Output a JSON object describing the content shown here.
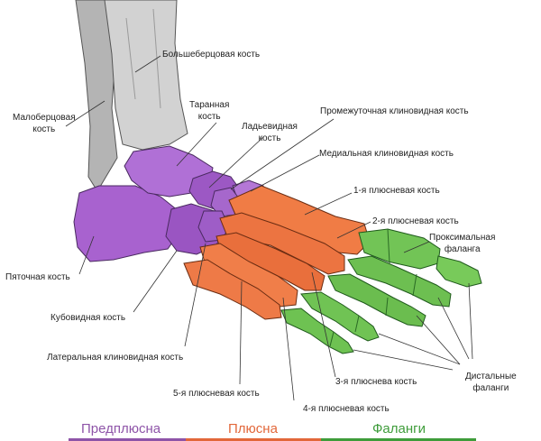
{
  "labels": {
    "tibia": "Большеберцовая кость",
    "fibula": "Малоберцовая\nкость",
    "talus": "Таранная\nкость",
    "navicular": "Ладьевидная\nкость",
    "intermediate_cuneiform": "Промежуточная клиновидная кость",
    "medial_cuneiform": "Медиальная клиновидная кость",
    "metatarsal_1": "1-я плюсневая кость",
    "metatarsal_2": "2-я плюсневая кость",
    "proximal_phalanx": "Проксимальная\nфаланга",
    "calcaneus": "Пяточная кость",
    "cuboid": "Кубовидная кость",
    "lateral_cuneiform": "Латеральная клиновидная кость",
    "metatarsal_5": "5-я плюсневая кость",
    "metatarsal_4": "4-я плюсневая кость",
    "metatarsal_3": "3-я плюснева кость",
    "distal_phalanx": "Дистальные\nфаланги"
  },
  "legend": {
    "tarsus": "Предплюсна",
    "metatarsus": "Плюсна",
    "phalanges": "Фаланги"
  },
  "colors": {
    "tarsus": "#8e54a8",
    "metatarsus": "#e2673a",
    "phalanges": "#3e9c3a",
    "bone_purple": "#a15fcb",
    "bone_orange": "#ee7a47",
    "bone_green": "#6fc453",
    "bone_grey": "#c9c9c9"
  }
}
